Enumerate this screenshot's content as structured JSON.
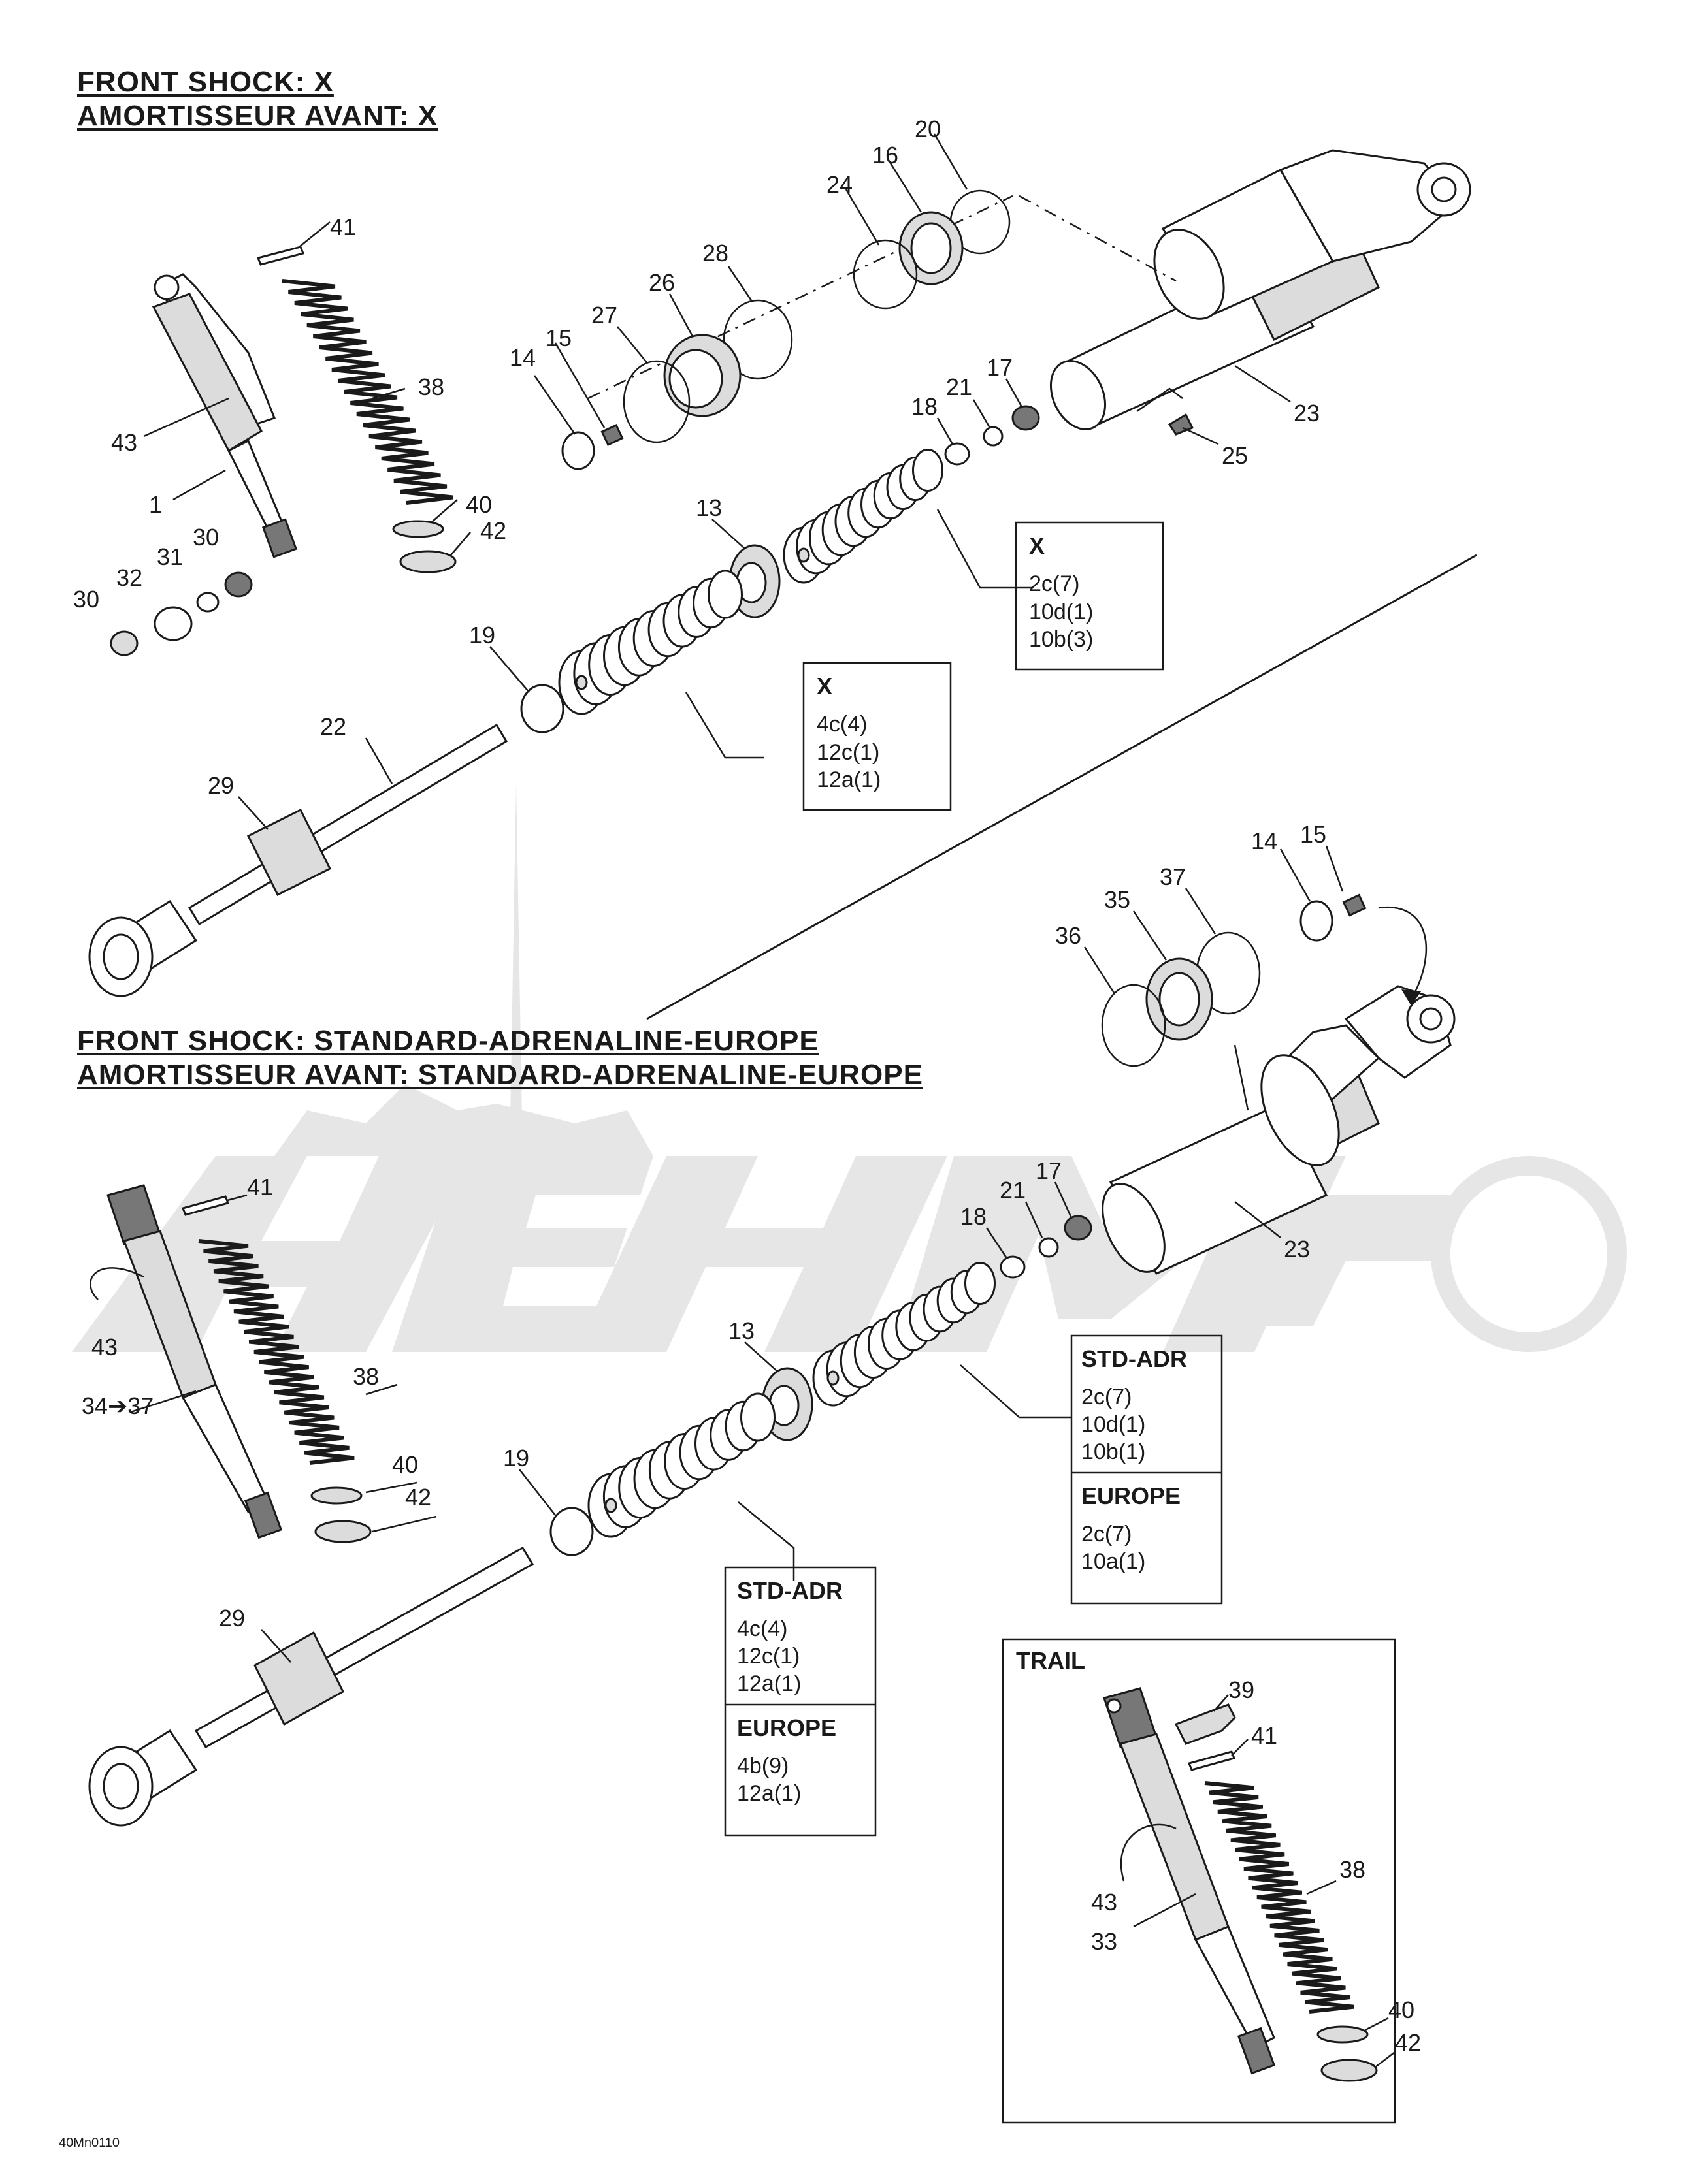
{
  "titles": {
    "x_line1": "FRONT SHOCK:  X",
    "x_line2": "AMORTISSEUR AVANT:  X",
    "std_line1": "FRONT SHOCK:  STANDARD-ADRENALINE-EUROPE",
    "std_line2": "AMORTISSEUR AVANT:  STANDARD-ADRENALINE-EUROPE"
  },
  "callouts_x": [
    "41",
    "38",
    "43",
    "1",
    "40",
    "42",
    "30",
    "31",
    "32",
    "30",
    "20",
    "16",
    "24",
    "28",
    "26",
    "27",
    "15",
    "14",
    "17",
    "21",
    "18",
    "23",
    "25",
    "13",
    "19",
    "22",
    "29"
  ],
  "callouts_std": [
    "14",
    "15",
    "37",
    "35",
    "36",
    "17",
    "21",
    "18",
    "23",
    "41",
    "43",
    "34➔37",
    "38",
    "40",
    "42",
    "13",
    "19",
    "29"
  ],
  "callouts_trail": [
    "39",
    "41",
    "38",
    "43",
    "33",
    "40",
    "42"
  ],
  "boxes": {
    "x_upper": {
      "head": "X",
      "items": [
        "2c(7)",
        "10d(1)",
        "10b(3)"
      ]
    },
    "x_lower": {
      "head": "X",
      "items": [
        "4c(4)",
        "12c(1)",
        "12a(1)"
      ]
    },
    "std_upper": {
      "head": "STD-ADR",
      "items": [
        "2c(7)",
        "10d(1)",
        "10b(1)"
      ],
      "head2": "EUROPE",
      "items2": [
        "2c(7)",
        "10a(1)"
      ]
    },
    "std_lower": {
      "head": "STD-ADR",
      "items": [
        "4c(4)",
        "12c(1)",
        "12a(1)"
      ],
      "head2": "EUROPE",
      "items2": [
        "4b(9)",
        "12a(1)"
      ]
    },
    "trail": {
      "head": "TRAIL"
    }
  },
  "drawing_code": "40Mn0110",
  "colors": {
    "ink": "#1a1a1a",
    "watermark": "#e6e6e6",
    "background": "#ffffff"
  }
}
